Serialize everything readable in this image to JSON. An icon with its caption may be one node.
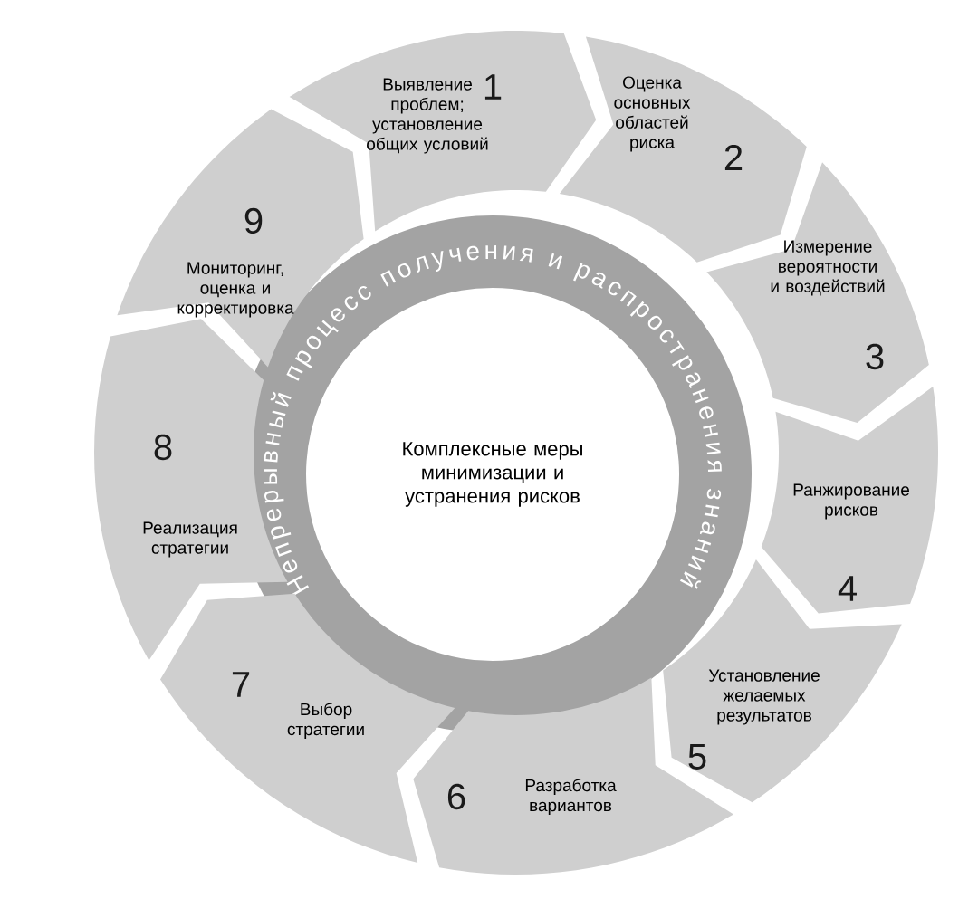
{
  "diagram": {
    "nodes": [
      {
        "text": [
          "Непрерывный процесс получения и распространения знаний"
        ]
      },
      {
        "text": [
          "Комплексные меры минимизации и устранения рисков"
        ],
        "in": 0
      },
      {
        "text": [
          "Выявление проблем; установление общих условий",
          "1"
        ]
      },
      {
        "text": [
          "Оценка основных областей риска",
          "2"
        ]
      },
      {
        "text": [
          "Измерение вероятности и воздействий",
          "3"
        ]
      },
      {
        "text": [
          "Ранжирование рисков",
          "4"
        ]
      },
      {
        "text": [
          "Установление желаемых результатов",
          "5"
        ]
      },
      {
        "text": [
          "6",
          "Разработка вариантов"
        ]
      },
      {
        "text": [
          "7",
          "Выбор стратегии"
        ]
      },
      {
        "text": [
          "8",
          "Реализация стратегии"
        ]
      },
      {
        "text": [
          "9",
          "Мониторинг, оценка и корректировка"
        ]
      }
    ]
  }
}
